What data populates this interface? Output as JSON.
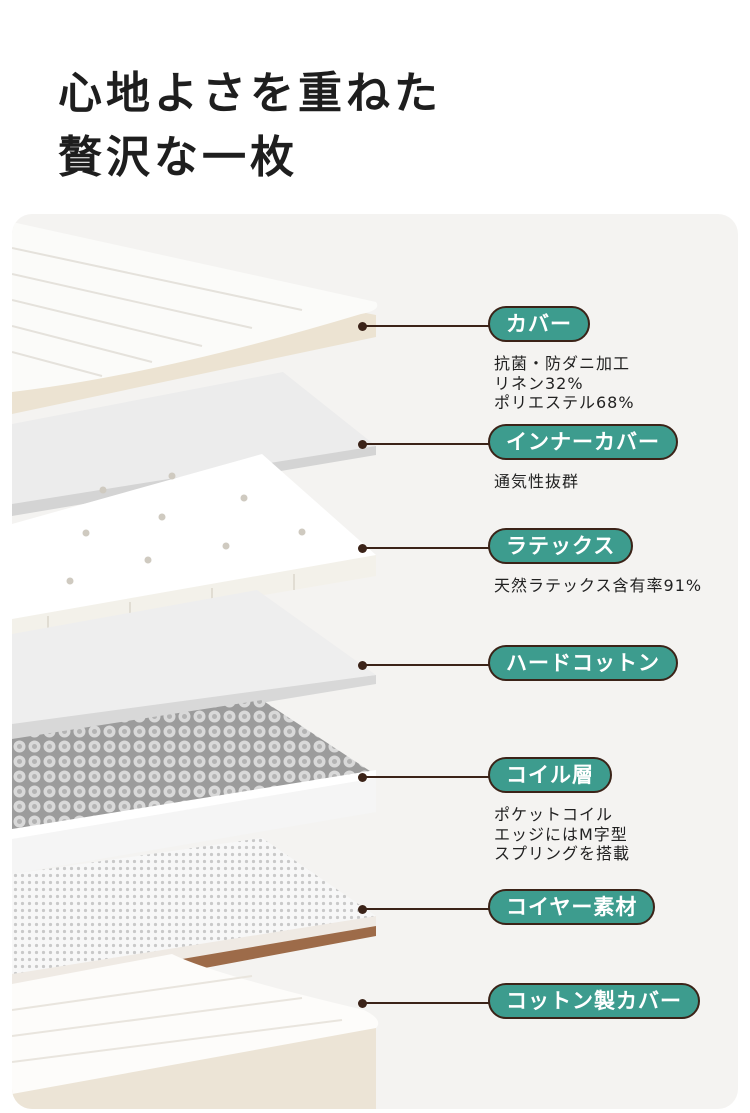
{
  "headline": {
    "line1": "心地よさを重ねた",
    "line2": "贅沢な一枚"
  },
  "colors": {
    "pill": "#3d9c8e",
    "outline": "#3b2318",
    "panel": "#f4f3f1"
  },
  "layers": [
    {
      "label": "カバー",
      "desc": [
        "抗菌・防ダニ加工",
        "リネン32%",
        "ポリエステル68%"
      ]
    },
    {
      "label": "インナーカバー",
      "desc": [
        "通気性抜群"
      ]
    },
    {
      "label": "ラテックス",
      "desc": [
        "天然ラテックス含有率91%"
      ]
    },
    {
      "label": "ハードコットン",
      "desc": []
    },
    {
      "label": "コイル層",
      "desc": [
        "ポケットコイル",
        "エッジにはM字型",
        "スプリングを搭載"
      ]
    },
    {
      "label": "コイヤー素材",
      "desc": []
    },
    {
      "label": "コットン製カバー",
      "desc": []
    }
  ]
}
